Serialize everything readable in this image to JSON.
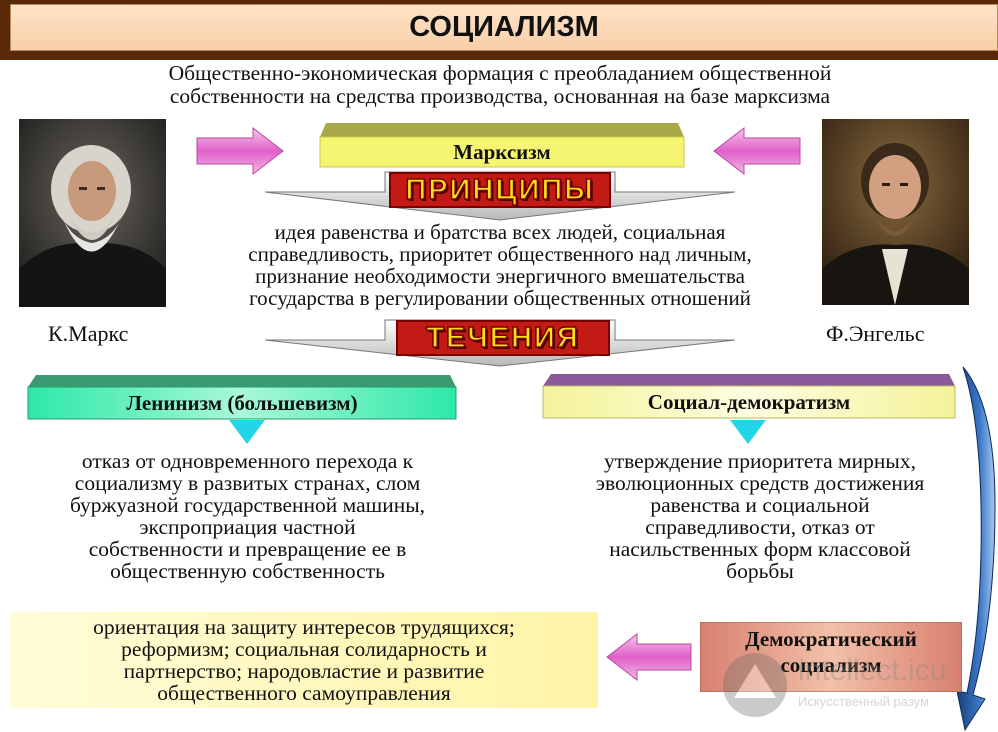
{
  "title": "СОЦИАЛИЗМ",
  "definition": {
    "line1": "Общественно-экономическая формация с преобладанием общественной",
    "line2": "собственности на средства производства, основанная на базе марксизма"
  },
  "marxism": {
    "label": "Марксизм"
  },
  "principles": {
    "tag": "ПРИНЦИПЫ",
    "lines": [
      "идея равенства и братства всех людей, социальная",
      "справедливость, приоритет общественного над личным,",
      "признание необходимости энергичного вмешательства",
      "государства в регулировании общественных отношений"
    ]
  },
  "portraits": {
    "left_caption": "К.Маркс",
    "right_caption": "Ф.Энгельс"
  },
  "currents": {
    "tag": "ТЕЧЕНИЯ"
  },
  "leninism": {
    "label": "Ленинизм (большевизм)",
    "lines": [
      "отказ от одновременного перехода к",
      "социализму в развитых странах, слом",
      "буржуазной государственной машины,",
      "экспроприация частной",
      "собственности и превращение ее в",
      "общественную собственность"
    ]
  },
  "social_democratism": {
    "label": "Социал-демократизм",
    "lines": [
      "утверждение приоритета мирных,",
      "эволюционных средств достижения",
      "равенства и социальной",
      "справедливости, отказ от",
      "насильственных форм классовой",
      "борьбы"
    ]
  },
  "democratic_socialism": {
    "label_line1": "Демократический",
    "label_line2": "социализм",
    "lines": [
      "ориентация на защиту интересов трудящихся;",
      "реформизм; социальная солидарность и",
      "партнерство; народовластие и развитие",
      "общественного самоуправления"
    ]
  },
  "watermark": {
    "line1": "intellect.icu",
    "line2": "Искусственный разум"
  },
  "colors": {
    "title_frame": "#5a2a08",
    "title_fill": "#fbd9b8",
    "marxism_box": "#f5f570",
    "leninism_box": "#55f0b8",
    "socdem_box": "#f6f59a",
    "demsoc_box": "#e59a8a",
    "pink_arrow": "#e070d0",
    "cyan_triangle": "#22d6e8",
    "blue_arrow": "#2a5ea8",
    "tag_text": "#ffe11a",
    "tag_bg": "#c01818"
  }
}
